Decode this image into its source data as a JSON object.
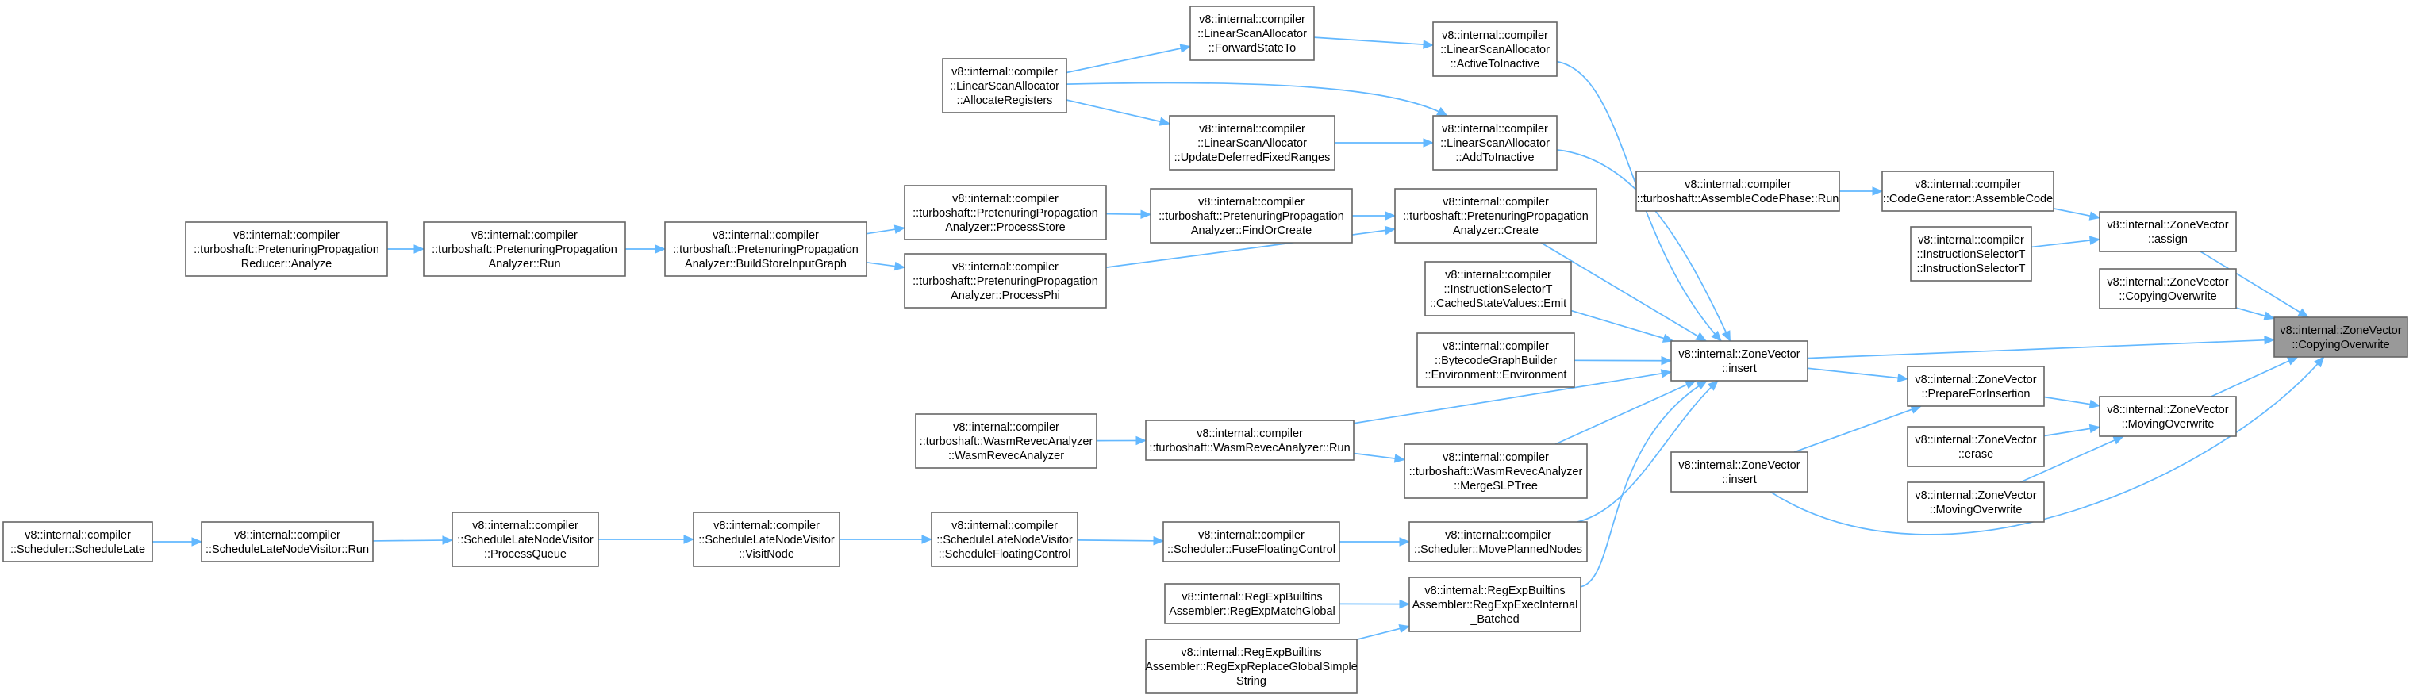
{
  "nodes": {
    "n0": [
      "v8::internal::ZoneVector",
      "::CopyingOverwrite"
    ],
    "n1": [
      "v8::internal::ZoneVector",
      "::assign"
    ],
    "n2": [
      "v8::internal::compiler",
      "::CodeGenerator::AssembleCode"
    ],
    "n3": [
      "v8::internal::compiler",
      "::turboshaft::AssembleCodePhase::Run"
    ],
    "n4": [
      "v8::internal::compiler",
      "::InstructionSelectorT",
      "::InstructionSelectorT"
    ],
    "n5": [
      "v8::internal::ZoneVector",
      "::CopyingOverwrite"
    ],
    "n6": [
      "v8::internal::ZoneVector",
      "::insert"
    ],
    "n7": [
      "v8::internal::compiler",
      "::LinearScanAllocator",
      "::ActiveToInactive"
    ],
    "n8": [
      "v8::internal::compiler",
      "::LinearScanAllocator",
      "::ForwardStateTo"
    ],
    "n9": [
      "v8::internal::compiler",
      "::LinearScanAllocator",
      "::AllocateRegisters"
    ],
    "n10": [
      "v8::internal::compiler",
      "::LinearScanAllocator",
      "::AddToInactive"
    ],
    "n11": [
      "v8::internal::compiler",
      "::LinearScanAllocator",
      "::UpdateDeferredFixedRanges"
    ],
    "n12": [
      "v8::internal::compiler",
      "::turboshaft::PretenuringPropagation",
      "Analyzer::Create"
    ],
    "n13": [
      "v8::internal::compiler",
      "::turboshaft::PretenuringPropagation",
      "Analyzer::FindOrCreate"
    ],
    "n14": [
      "v8::internal::compiler",
      "::turboshaft::PretenuringPropagation",
      "Analyzer::ProcessStore"
    ],
    "n15": [
      "v8::internal::compiler",
      "::turboshaft::PretenuringPropagation",
      "Analyzer::BuildStoreInputGraph"
    ],
    "n16": [
      "v8::internal::compiler",
      "::turboshaft::PretenuringPropagation",
      "Analyzer::Run"
    ],
    "n17": [
      "v8::internal::compiler",
      "::turboshaft::PretenuringPropagation",
      "Reducer::Analyze"
    ],
    "n18": [
      "v8::internal::compiler",
      "::turboshaft::PretenuringPropagation",
      "Analyzer::ProcessPhi"
    ],
    "n19": [
      "v8::internal::compiler",
      "::InstructionSelectorT",
      "::CachedStateValues::Emit"
    ],
    "n20": [
      "v8::internal::compiler",
      "::BytecodeGraphBuilder",
      "::Environment::Environment"
    ],
    "n21": [
      "v8::internal::compiler",
      "::turboshaft::WasmRevecAnalyzer::Run"
    ],
    "n22": [
      "v8::internal::compiler",
      "::turboshaft::WasmRevecAnalyzer",
      "::WasmRevecAnalyzer"
    ],
    "n23": [
      "v8::internal::compiler",
      "::turboshaft::WasmRevecAnalyzer",
      "::MergeSLPTree"
    ],
    "n24": [
      "v8::internal::compiler",
      "::Scheduler::MovePlannedNodes"
    ],
    "n25": [
      "v8::internal::compiler",
      "::Scheduler::FuseFloatingControl"
    ],
    "n26": [
      "v8::internal::compiler",
      "::ScheduleLateNodeVisitor",
      "::ScheduleFloatingControl"
    ],
    "n27": [
      "v8::internal::compiler",
      "::ScheduleLateNodeVisitor",
      "::VisitNode"
    ],
    "n28": [
      "v8::internal::compiler",
      "::ScheduleLateNodeVisitor",
      "::ProcessQueue"
    ],
    "n29": [
      "v8::internal::compiler",
      "::ScheduleLateNodeVisitor::Run"
    ],
    "n30": [
      "v8::internal::compiler",
      "::Scheduler::ScheduleLate"
    ],
    "n31": [
      "v8::internal::RegExpBuiltins",
      "Assembler::RegExpExecInternal",
      "_Batched"
    ],
    "n32": [
      "v8::internal::RegExpBuiltins",
      "Assembler::RegExpMatchGlobal"
    ],
    "n33": [
      "v8::internal::RegExpBuiltins",
      "Assembler::RegExpReplaceGlobalSimple",
      "String"
    ],
    "n34": [
      "v8::internal::ZoneVector",
      "::MovingOverwrite"
    ],
    "n35": [
      "v8::internal::ZoneVector",
      "::PrepareForInsertion"
    ],
    "n36": [
      "v8::internal::ZoneVector",
      "::insert"
    ],
    "n37": [
      "v8::internal::ZoneVector",
      "::erase"
    ],
    "n38": [
      "v8::internal::ZoneVector",
      "::MovingOverwrite"
    ]
  },
  "edges": [
    [
      "n1",
      "n0"
    ],
    [
      "n5",
      "n0"
    ],
    [
      "n6",
      "n0"
    ],
    [
      "n34",
      "n0"
    ],
    [
      "n36",
      "n0"
    ],
    [
      "n2",
      "n1"
    ],
    [
      "n4",
      "n1"
    ],
    [
      "n3",
      "n2"
    ],
    [
      "n7",
      "n6"
    ],
    [
      "n10",
      "n6"
    ],
    [
      "n12",
      "n6"
    ],
    [
      "n19",
      "n6"
    ],
    [
      "n20",
      "n6"
    ],
    [
      "n21",
      "n6"
    ],
    [
      "n23",
      "n6"
    ],
    [
      "n24",
      "n6"
    ],
    [
      "n31",
      "n6"
    ],
    [
      "n8",
      "n7"
    ],
    [
      "n9",
      "n8"
    ],
    [
      "n9",
      "n10"
    ],
    [
      "n9",
      "n11"
    ],
    [
      "n11",
      "n10"
    ],
    [
      "n13",
      "n12"
    ],
    [
      "n18",
      "n12"
    ],
    [
      "n14",
      "n13"
    ],
    [
      "n15",
      "n14"
    ],
    [
      "n15",
      "n18"
    ],
    [
      "n16",
      "n15"
    ],
    [
      "n17",
      "n16"
    ],
    [
      "n22",
      "n21"
    ],
    [
      "n21",
      "n23"
    ],
    [
      "n25",
      "n24"
    ],
    [
      "n26",
      "n25"
    ],
    [
      "n27",
      "n26"
    ],
    [
      "n28",
      "n27"
    ],
    [
      "n29",
      "n28"
    ],
    [
      "n30",
      "n29"
    ],
    [
      "n32",
      "n31"
    ],
    [
      "n33",
      "n31"
    ],
    [
      "n35",
      "n34"
    ],
    [
      "n37",
      "n34"
    ],
    [
      "n38",
      "n34"
    ],
    [
      "n6",
      "n35"
    ],
    [
      "n36",
      "n35"
    ]
  ]
}
